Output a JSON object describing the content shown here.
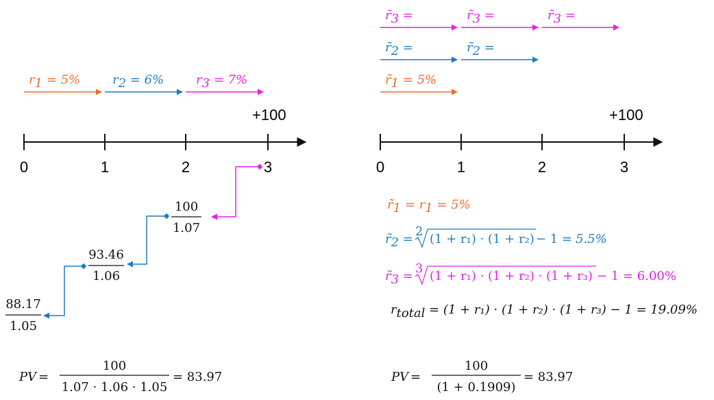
{
  "colors": {
    "orange": "#ed6c2f",
    "blue": "#1f7bbf",
    "magenta": "#e61fe6",
    "black": "#111111"
  },
  "left": {
    "rates": {
      "r1": {
        "var": "r",
        "sub": "1",
        "eq": " = 5%"
      },
      "r2": {
        "var": "r",
        "sub": "2",
        "eq": " = 6%"
      },
      "r3": {
        "var": "r",
        "sub": "3",
        "eq": " = 7%"
      }
    },
    "cashflow": "+100",
    "ticks": [
      "0",
      "1",
      "2",
      "3"
    ],
    "fractions": {
      "f3": {
        "num": "100",
        "den": "1.07"
      },
      "f2": {
        "num": "93.46",
        "den": "1.06"
      },
      "f1": {
        "num": "88.17",
        "den": "1.05"
      }
    },
    "pv": {
      "lhs": "PV",
      "eq": " =",
      "num": "100",
      "den": "1.07 · 1.06 · 1.05",
      "result": "= 83.97"
    }
  },
  "right": {
    "rates": {
      "row3": {
        "var": "r̃",
        "sub": "3",
        "eq": " ="
      },
      "row2": {
        "var": "r̃",
        "sub": "2",
        "eq": " ="
      },
      "row1": {
        "var": "r̃",
        "sub": "1",
        "eq": " = 5%"
      }
    },
    "cashflow": "+100",
    "ticks": [
      "0",
      "1",
      "2",
      "3"
    ],
    "formulas": {
      "f1": {
        "lhs": "r̃",
        "sub": "1",
        "rest": " = r",
        "rest_sub": "1",
        "tail": " = 5%"
      },
      "f2": {
        "lhs": "r̃",
        "sub": "2",
        "eq": " = ",
        "idx": "2",
        "radicand": "(1 + r₁) · (1 + r₂)",
        "tail": " − 1 =",
        "result": "5.5%"
      },
      "f3": {
        "lhs": "r̃",
        "sub": "3",
        "eq": " = ",
        "idx": "3",
        "radicand": "(1 + r₁) · (1 + r₂) · (1 + r₃)",
        "tail": " − 1 = 6.00%"
      },
      "f4": {
        "lhs": "r",
        "sub": "total",
        "rest": " = (1 + r₁) · (1 + r₂) · (1 + r₃) − 1 = 19.09%"
      }
    },
    "pv": {
      "lhs": "PV",
      "eq": " =",
      "num": "100",
      "den": "(1 + 0.1909)",
      "result": "= 83.97"
    }
  }
}
